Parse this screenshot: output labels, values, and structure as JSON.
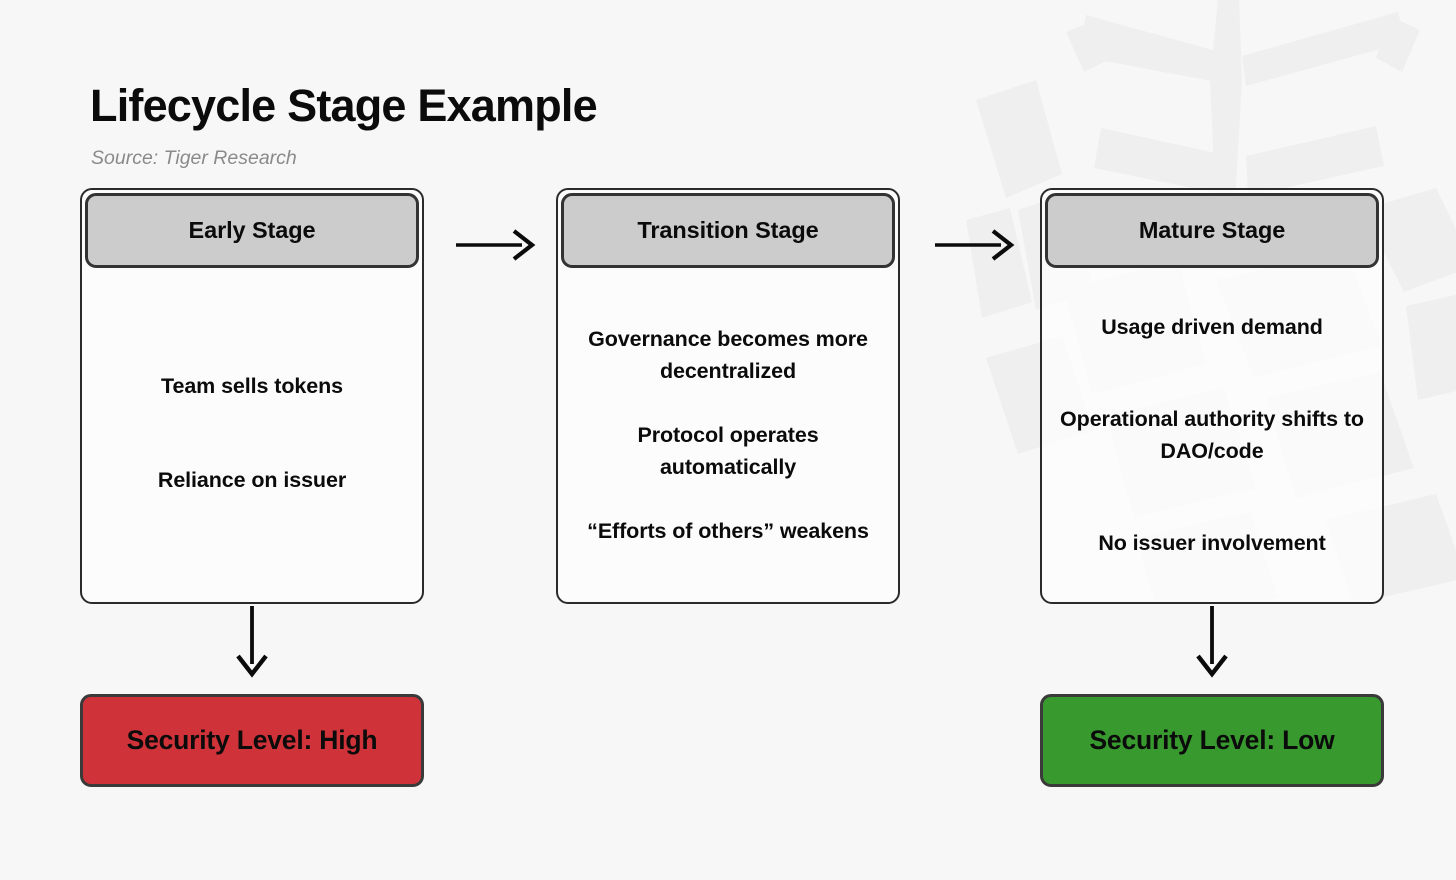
{
  "page": {
    "title": "Lifecycle Stage Example",
    "source": "Source: Tiger Research",
    "background_color": "#f7f7f7"
  },
  "diagram": {
    "type": "flow",
    "header_fill": "#cccccc",
    "card_fill": "#fcfcfc",
    "border_color": "#2b2b2b",
    "stages": [
      {
        "id": "early",
        "header": "Early Stage",
        "lines": [
          "Team sells tokens",
          "Reliance on issuer"
        ]
      },
      {
        "id": "transition",
        "header": "Transition Stage",
        "lines": [
          "Governance becomes more decentralized",
          "Protocol operates automatically",
          "“Efforts of others” weakens"
        ]
      },
      {
        "id": "mature",
        "header": "Mature Stage",
        "lines": [
          "Usage driven demand",
          "Operational authority shifts to DAO/code",
          "No issuer involvement"
        ]
      }
    ],
    "connectors": [
      {
        "id": "early-to-transition",
        "direction": "right",
        "icon": "arrow-right-icon"
      },
      {
        "id": "transition-to-mature",
        "direction": "right",
        "icon": "arrow-right-icon"
      },
      {
        "id": "early-to-security",
        "direction": "down",
        "icon": "arrow-down-icon"
      },
      {
        "id": "mature-to-security",
        "direction": "down",
        "icon": "arrow-down-icon"
      }
    ],
    "badges": [
      {
        "id": "security-high",
        "label": "Security Level: High",
        "level": "High",
        "color": "#cf3339",
        "border_color": "#3a3a3a",
        "text_color": "#0b0b0b",
        "attached_to": "early"
      },
      {
        "id": "security-low",
        "label": "Security Level: Low",
        "level": "Low",
        "color": "#389a2e",
        "border_color": "#3a3a3a",
        "text_color": "#0b0b0b",
        "attached_to": "mature"
      }
    ]
  }
}
